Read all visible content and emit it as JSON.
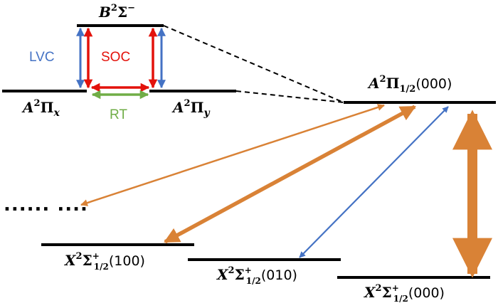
{
  "colors": {
    "lvc": "#4472C4",
    "soc": "#E3120B",
    "rt": "#70AD47",
    "vibronic": "#D98236",
    "level": "#000000",
    "connector": "#000000"
  },
  "mechanism_labels": {
    "lvc": "LVC",
    "soc": "SOC",
    "rt": "RT"
  },
  "levels": {
    "b_state": {
      "letter": "B",
      "sup": "2",
      "term": "Σ",
      "term_sup": "−"
    },
    "a_x": {
      "letter": "A",
      "sup": "2",
      "term": "Π",
      "sub": "x"
    },
    "a_y": {
      "letter": "A",
      "sup": "2",
      "term": "Π",
      "sub": "y"
    },
    "a_half": {
      "letter": "A",
      "sup": "2",
      "term": "Π",
      "sub": "1/2",
      "vib": "(000)"
    },
    "x_100": {
      "letter": "X",
      "sup": "2",
      "term": "Σ",
      "term_sup": "+",
      "sub": "1/2",
      "vib": "(100)"
    },
    "x_010": {
      "letter": "X",
      "sup": "2",
      "term": "Σ",
      "term_sup": "+",
      "sub": "1/2",
      "vib": "(010)"
    },
    "x_000": {
      "letter": "X",
      "sup": "2",
      "term": "Σ",
      "term_sup": "+",
      "sub": "1/2",
      "vib": "(000)"
    }
  },
  "ellipsis": "...... ....",
  "transitions": [
    {
      "from": "a_half",
      "to": "higher_vib",
      "color_key": "vibronic",
      "strength": "weak"
    },
    {
      "from": "a_half",
      "to": "x_100",
      "color_key": "vibronic",
      "strength": "medium"
    },
    {
      "from": "a_half",
      "to": "x_010",
      "color_key": "lvc",
      "strength": "weak"
    },
    {
      "from": "a_half",
      "to": "x_000",
      "color_key": "vibronic",
      "strength": "strong"
    }
  ]
}
